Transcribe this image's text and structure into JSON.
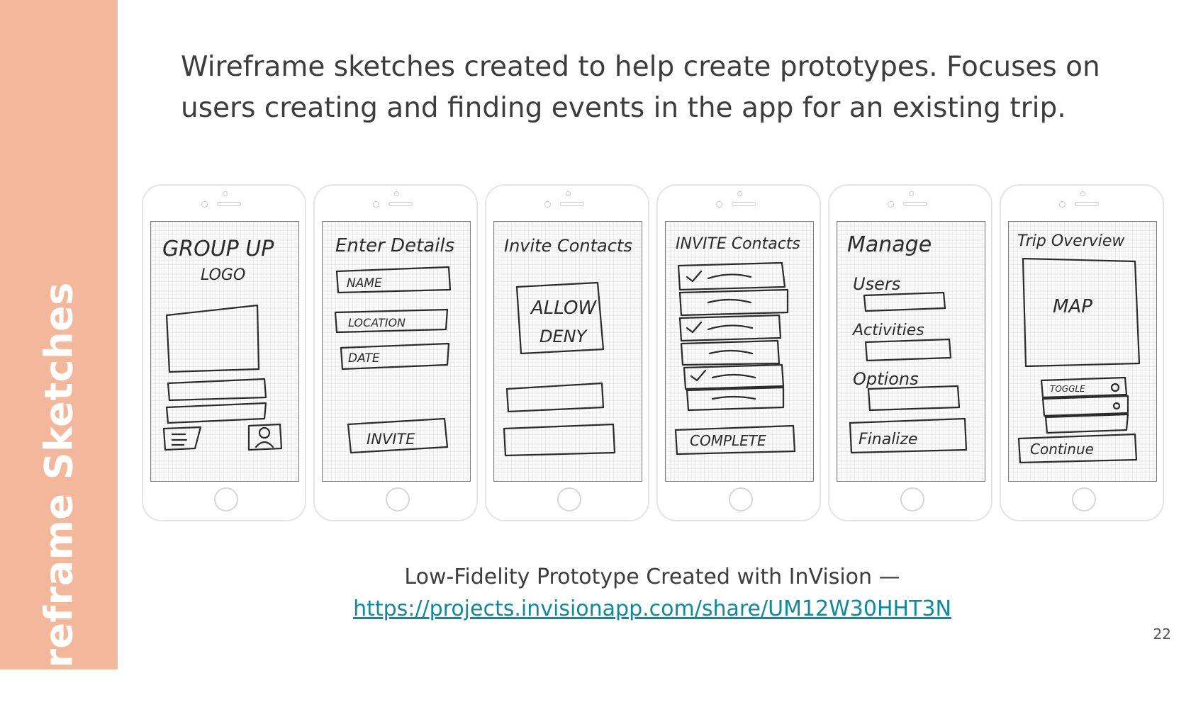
{
  "sidebar": {
    "title": "Wireframe Sketches",
    "color": "#f3b89b"
  },
  "intro": {
    "line1": "Wireframe sketches created to help create prototypes. Focuses on",
    "line2": "users creating and finding events in the app for an existing trip."
  },
  "wireframes": [
    {
      "title": "GROUP UP",
      "subtitle": "LOGO"
    },
    {
      "title": "Enter Details",
      "fields": [
        "NAME",
        "LOCATION",
        "DATE"
      ],
      "button": "INVITE"
    },
    {
      "title": "Invite Contacts",
      "options": [
        "ALLOW",
        "DENY"
      ]
    },
    {
      "title": "INVITE Contacts",
      "button": "COMPLETE"
    },
    {
      "title": "Manage",
      "sections": [
        "Users",
        "Activities",
        "Options"
      ],
      "button": "Finalize"
    },
    {
      "title": "Trip Overview",
      "map_label": "MAP",
      "toggle_label": "TOGGLE",
      "button": "Continue"
    }
  ],
  "caption": {
    "text": "Low-Fidelity Prototype Created with InVision —",
    "link": "https://projects.invisionapp.com/share/UM12W30HHT3N"
  },
  "page_number": "22"
}
